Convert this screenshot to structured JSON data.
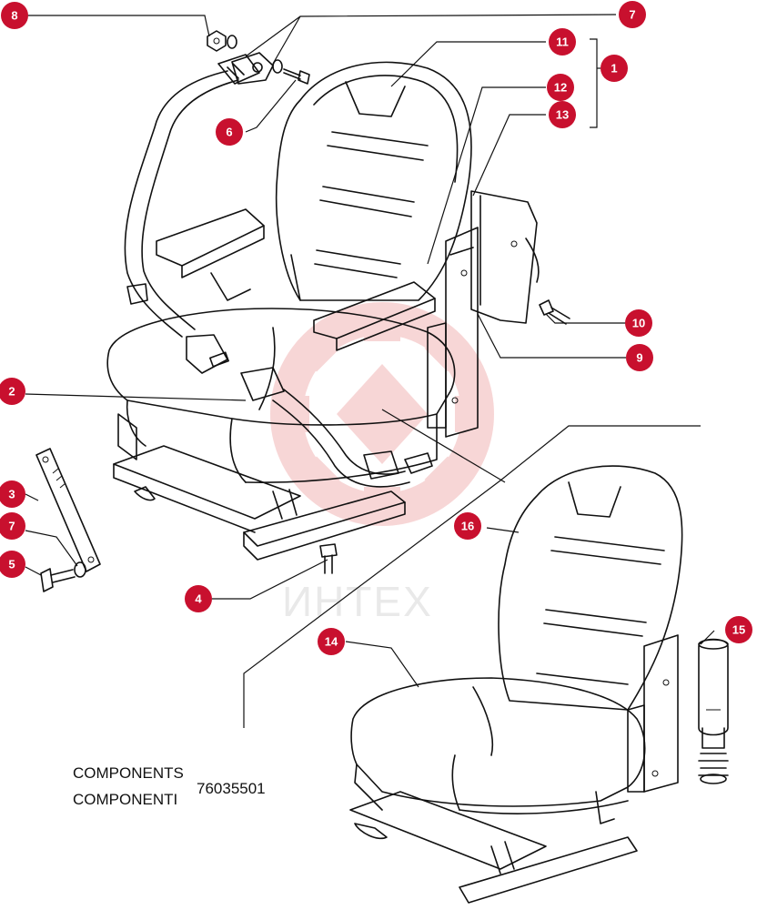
{
  "callouts": [
    {
      "id": "1",
      "label": "1"
    },
    {
      "id": "2",
      "label": "2"
    },
    {
      "id": "3",
      "label": "3"
    },
    {
      "id": "4",
      "label": "4"
    },
    {
      "id": "5",
      "label": "5"
    },
    {
      "id": "6",
      "label": "6"
    },
    {
      "id": "7a",
      "label": "7"
    },
    {
      "id": "7b",
      "label": "7"
    },
    {
      "id": "8",
      "label": "8"
    },
    {
      "id": "9",
      "label": "9"
    },
    {
      "id": "10",
      "label": "10"
    },
    {
      "id": "11",
      "label": "11"
    },
    {
      "id": "12",
      "label": "12"
    },
    {
      "id": "13",
      "label": "13"
    },
    {
      "id": "14",
      "label": "14"
    },
    {
      "id": "15",
      "label": "15"
    },
    {
      "id": "16",
      "label": "16"
    }
  ],
  "caption": {
    "line1": "COMPONENTS",
    "line2": "COMPONENTI",
    "part_number": "76035501"
  },
  "watermark": {
    "text": "ИНТЕХ",
    "logo_color": "#f2b6b6"
  },
  "colors": {
    "callout_fill": "#c8102e",
    "callout_text": "#ffffff",
    "line": "#111111"
  }
}
